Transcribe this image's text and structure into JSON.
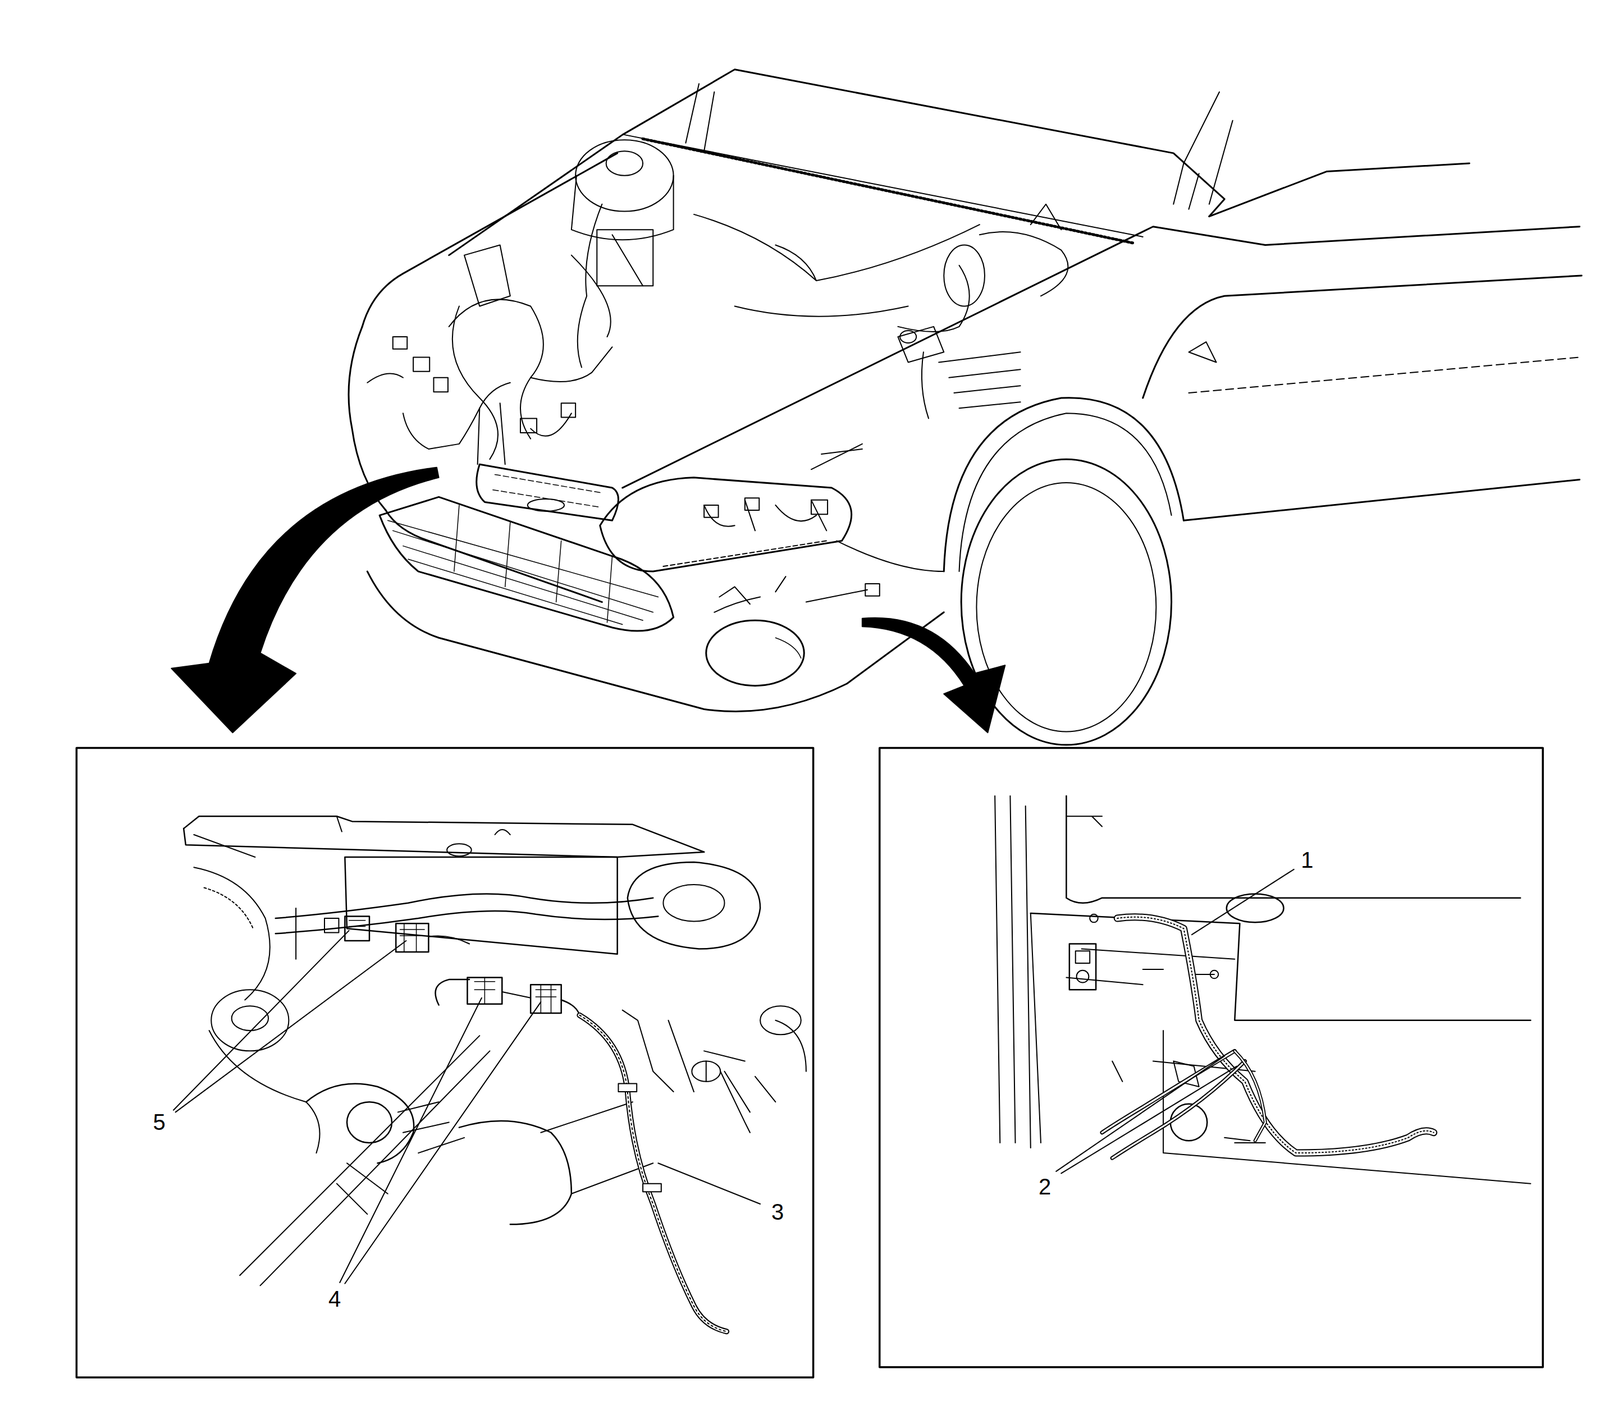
{
  "diagram": {
    "labels": [
      "1",
      "2",
      "3",
      "4",
      "5"
    ]
  }
}
